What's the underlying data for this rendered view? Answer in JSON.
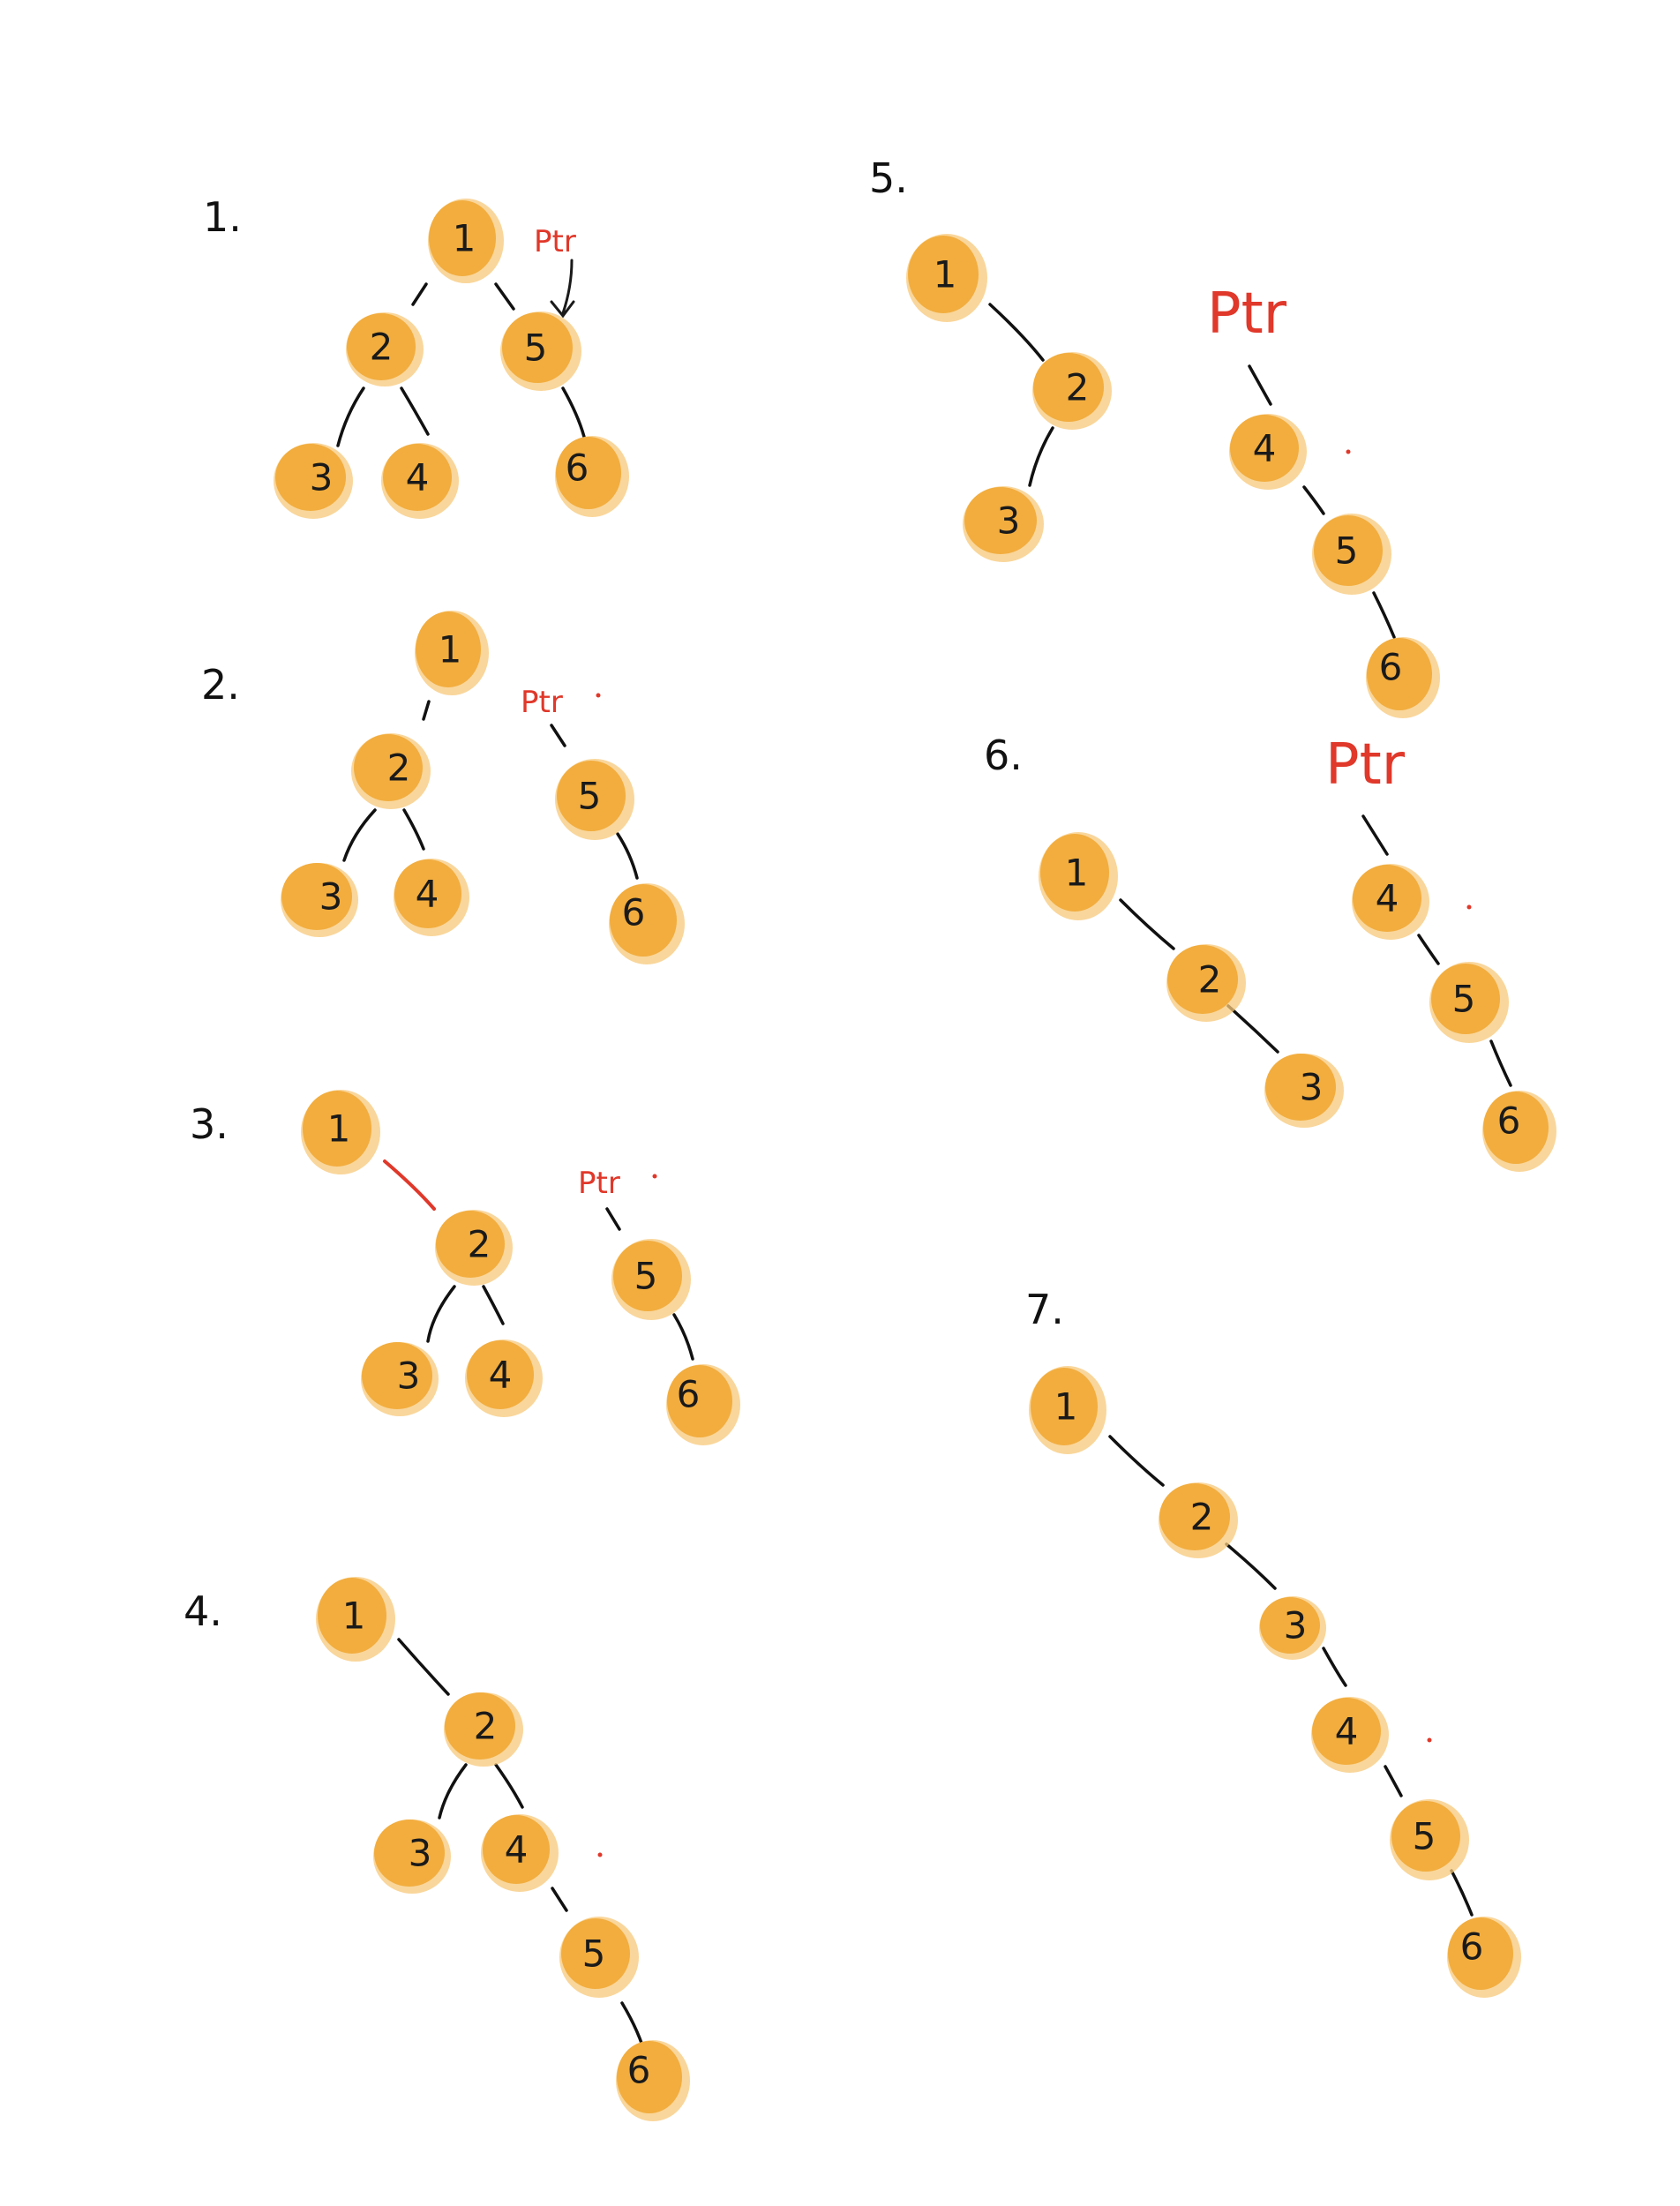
{
  "steps": [
    {
      "label": "1.",
      "pointer": "Ptr",
      "nodes": [
        "1",
        "2",
        "5",
        "3",
        "4",
        "6"
      ]
    },
    {
      "label": "2.",
      "pointer": "Ptr",
      "nodes": [
        "1",
        "2",
        "5",
        "3",
        "4",
        "6"
      ]
    },
    {
      "label": "3.",
      "pointer": "Ptr",
      "nodes": [
        "1",
        "2",
        "5",
        "3",
        "4",
        "6"
      ]
    },
    {
      "label": "4.",
      "nodes": [
        "1",
        "2",
        "3",
        "4",
        "5",
        "6"
      ]
    },
    {
      "label": "5.",
      "pointer": "Ptr",
      "nodes": [
        "1",
        "2",
        "3",
        "4",
        "5",
        "6"
      ]
    },
    {
      "label": "6.",
      "pointer": "Ptr",
      "nodes": [
        "1",
        "2",
        "3",
        "4",
        "5",
        "6"
      ]
    },
    {
      "label": "7.",
      "nodes": [
        "1",
        "2",
        "3",
        "4",
        "5",
        "6"
      ]
    }
  ],
  "colors": {
    "node": "#f2ad3e",
    "node_halo": "#f7c879",
    "pointer": "#e0382a",
    "ink": "#111111"
  }
}
